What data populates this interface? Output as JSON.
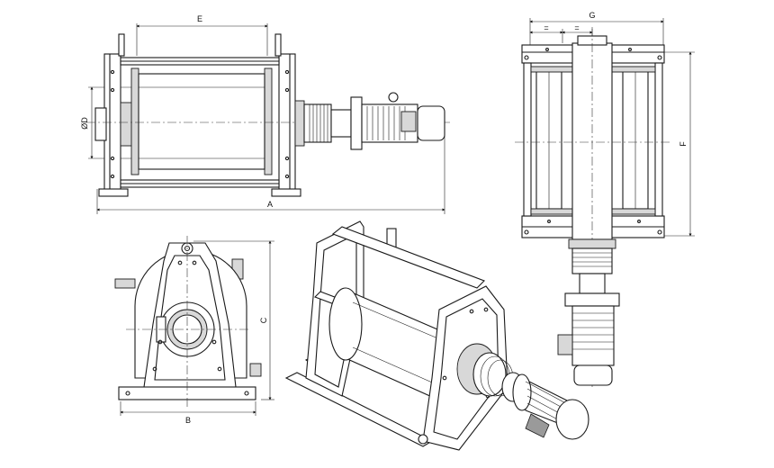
{
  "dimensions": {
    "A": "A",
    "B": "B",
    "C": "C",
    "D": "ØD",
    "E": "E",
    "F": "F",
    "G": "G",
    "equal_1": "=",
    "equal_2": "="
  }
}
